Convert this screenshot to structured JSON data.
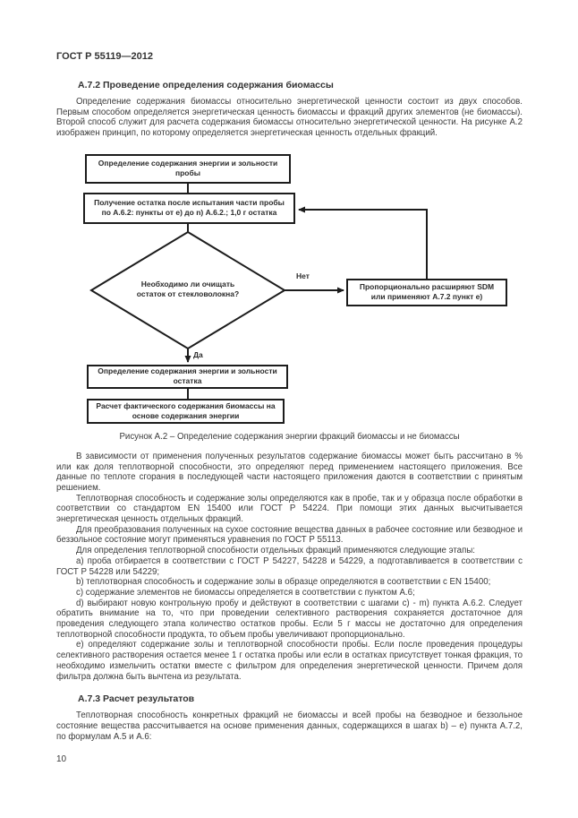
{
  "header": {
    "doc_number": "ГОСТ Р 55119—2012"
  },
  "page_number": "10",
  "section_a72": {
    "heading": "А.7.2 Проведение определения содержания биомассы",
    "intro": "Определение содержания биомассы относительно энергетической ценности состоит из двух способов. Первым способом определяется энергетическая ценность биомассы и фракций других элементов (не биомассы). Второй способ служит для расчета содержания биомассы относительно энергетической ценности. На рисунке А.2 изображен принцип, по которому определяется энергетическая ценность отдельных фракций.",
    "paragraphs_after_figure": [
      "В зависимости от применения полученных результатов содержание биомассы может быть рассчитано в % или как доля теплотворной способности, это определяют перед применением настоящего приложения. Все данные по теплоте сгорания в последующей части настоящего приложения даются в соответствии с принятым решением.",
      "Теплотворная способность и содержание золы определяются как в пробе, так и у образца после обработки в соответствии со стандартом EN 15400 или ГОСТ Р 54224. При помощи этих данных высчитывается энергетическая ценность отдельных фракций.",
      "Для преобразования полученных на сухое состояние вещества данных в рабочее состояние или безводное и беззольное состояние могут применяться уравнения по ГОСТ Р 55113.",
      "Для определения теплотворной способности отдельных фракций применяются следующие этапы:",
      "a) проба отбирается в соответствии с ГОСТ Р 54227, 54228 и 54229, а подготавливается в соответствии с ГОСТ Р 54228 или 54229;",
      "b) теплотворная способность и содержание золы в образце определяются в соответствии с EN 15400;",
      "c) содержание элементов не биомассы определяется в соответствии с пунктом А.6;",
      "d) выбирают новую контрольную пробу и действуют в соответствии с шагами c) - m) пункта А.6.2. Следует обратить внимание на то, что при проведении селективного растворения сохраняется достаточное для проведения следующего этапа количество остатков пробы. Если 5 г массы не достаточно для определения теплотворной способности продукта, то объем пробы увеличивают пропорционально.",
      "e) определяют содержание золы и теплотворной способности пробы. Если после проведения процедуры селективного растворения остается менее 1 г остатка пробы или если в остатках присутствует тонкая фракция, то необходимо измельчить остатки вместе с фильтром для определения энергетической ценности. Причем доля фильтра должна быть вычтена из результата."
    ]
  },
  "figure": {
    "caption": "Рисунок А.2 – Определение содержания энергии фракций биомассы и не биомассы",
    "nodes": {
      "box1": "Определение содержания энергии и зольности пробы",
      "box2": "Получение остатка после испытания части пробы по А.6.2: пункты от e) до n) А.6.2.; 1,0 г остатка",
      "decision": "Необходимо ли очищать остаток от стекловолокна?",
      "box_right": "Пропорционально расширяют SDM или применяют А.7.2 пункт e)",
      "box4": "Определение содержания энергии и зольности остатка",
      "box5": "Расчет фактического содержания биомассы на основе содержания энергии"
    },
    "labels": {
      "no": "Нет",
      "yes": "Да"
    }
  },
  "section_a73": {
    "heading": "А.7.3 Расчет результатов",
    "paragraphs": [
      "Теплотворная способность конкретных фракций не биомассы и всей пробы на безводное и беззольное состояние вещества рассчитывается на основе применения данных, содержащихся в шагах b) – e) пункта А.7.2, по формулам А.5 и А.6:"
    ]
  }
}
